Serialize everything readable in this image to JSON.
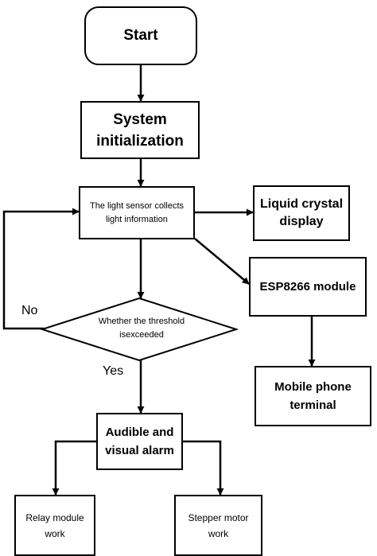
{
  "nodes": {
    "start": "Start",
    "init": "System initialization",
    "sensor": "The light sensor collects light information",
    "decision": "Whether the threshold isexceeded",
    "lcd": "Liquid crystal display",
    "esp": "ESP8266 module",
    "mobile": "Mobile phone terminal",
    "alarm": "Audible and visual alarm",
    "relay": "Relay module work",
    "stepper": "Stepper motor work"
  },
  "edges": {
    "no": "No",
    "yes": "Yes"
  }
}
